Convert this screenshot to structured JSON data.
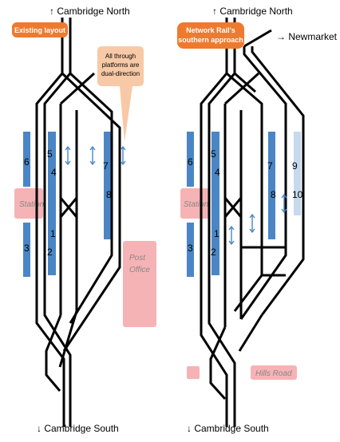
{
  "labels": {
    "north": "↑ Cambridge North",
    "south": "↓ Cambridge South",
    "newmarket": "→ Newmarket",
    "existing": "Existing layout",
    "network_rail_1": "Network Rail's",
    "network_rail_2": "southern approach",
    "callout_1": "All through",
    "callout_2": "platforms are",
    "callout_3": "dual-direction",
    "station": "Station",
    "post_1": "Post",
    "post_2": "Office",
    "hills_road": "Hills Road"
  },
  "platforms_left": [
    "6",
    "5",
    "4",
    "3",
    "1",
    "2",
    "7",
    "8"
  ],
  "platforms_right": [
    "6",
    "5",
    "4",
    "3",
    "1",
    "2",
    "7",
    "8",
    "9",
    "10"
  ],
  "colors": {
    "platform": "#4a86c5",
    "platform_pale": "#c6d9ee",
    "pink": "#f6b3b5",
    "orange": "#ef7a2e",
    "callout": "#f8c9a6"
  }
}
